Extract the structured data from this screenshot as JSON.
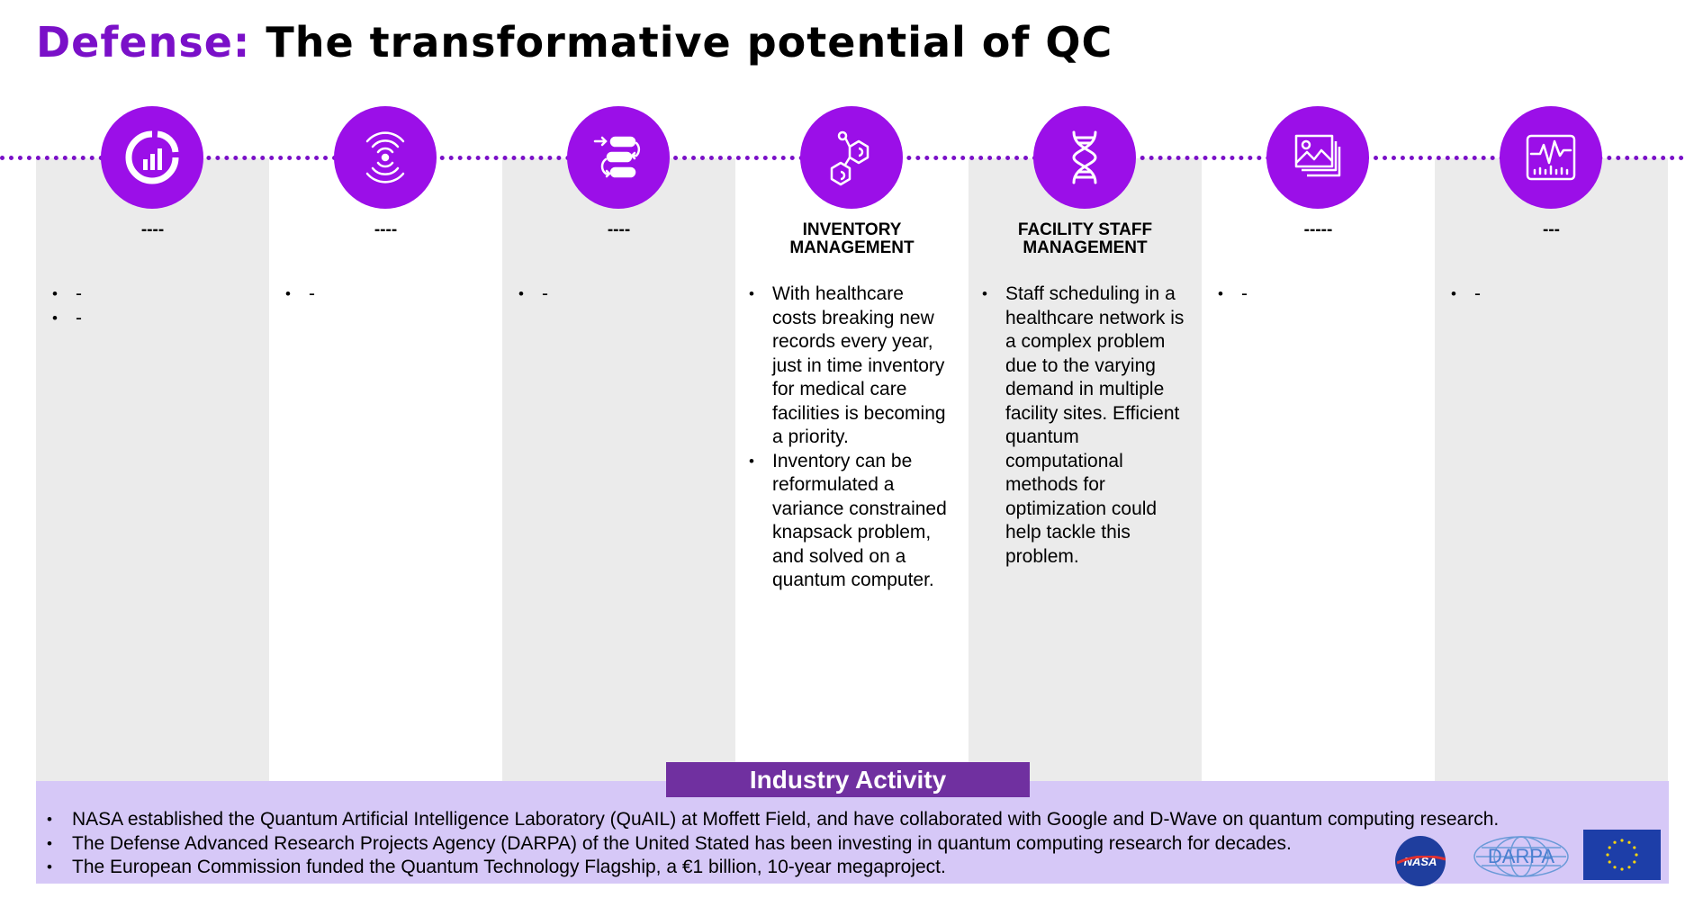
{
  "title": {
    "accent": "Defense:",
    "rest": "The transformative potential of QC"
  },
  "columns": [
    {
      "icon": "chart-donut-icon",
      "title_line1": "----",
      "title_line2": "",
      "bullets": [
        "-",
        "-"
      ],
      "shade": "grey"
    },
    {
      "icon": "signal-waves-icon",
      "title_line1": "----",
      "title_line2": "",
      "bullets": [
        "-"
      ],
      "shade": "white"
    },
    {
      "icon": "workflow-icon",
      "title_line1": "----",
      "title_line2": "",
      "bullets": [
        "-"
      ],
      "shade": "grey"
    },
    {
      "icon": "molecule-icon",
      "title_line1": "INVENTORY",
      "title_line2": "MANAGEMENT",
      "bullets": [
        "With healthcare costs breaking new records every year, just in time inventory for medical care facilities is becoming a priority.",
        "Inventory can be reformulated a variance constrained knapsack problem, and solved on a quantum computer."
      ],
      "shade": "white"
    },
    {
      "icon": "dna-icon",
      "title_line1": "FACILITY STAFF",
      "title_line2": "MANAGEMENT",
      "bullets": [
        "Staff scheduling in a healthcare network is a complex problem due to the varying demand in multiple facility sites. Efficient quantum computational methods for optimization could help tackle this problem."
      ],
      "shade": "grey"
    },
    {
      "icon": "image-gallery-icon",
      "title_line1": "-----",
      "title_line2": "",
      "bullets": [
        "-"
      ],
      "shade": "white"
    },
    {
      "icon": "monitor-pulse-icon",
      "title_line1": "---",
      "title_line2": "",
      "bullets": [
        "-"
      ],
      "shade": "grey"
    }
  ],
  "industry": {
    "header": "Industry Activity",
    "bullets": [
      "NASA established the Quantum Artificial Intelligence Laboratory (QuAIL) at Moffett Field, and have collaborated with Google and D-Wave on quantum computing research.",
      "The Defense Advanced Research Projects Agency (DARPA) of the United Stated has been investing in quantum computing research for decades.",
      "The European Commission funded the Quantum Technology Flagship, a €1 billion, 10-year megaproject."
    ],
    "logos": {
      "nasa": "NASA",
      "darpa": "DARPA",
      "eu": "eu-flag"
    }
  },
  "colors": {
    "accent": "#7a10c8",
    "icon_bg": "#9b0fe8",
    "grey_col": "#ebebeb",
    "header_bg": "#7030a0",
    "industry_bg": "#d6c8f7"
  }
}
